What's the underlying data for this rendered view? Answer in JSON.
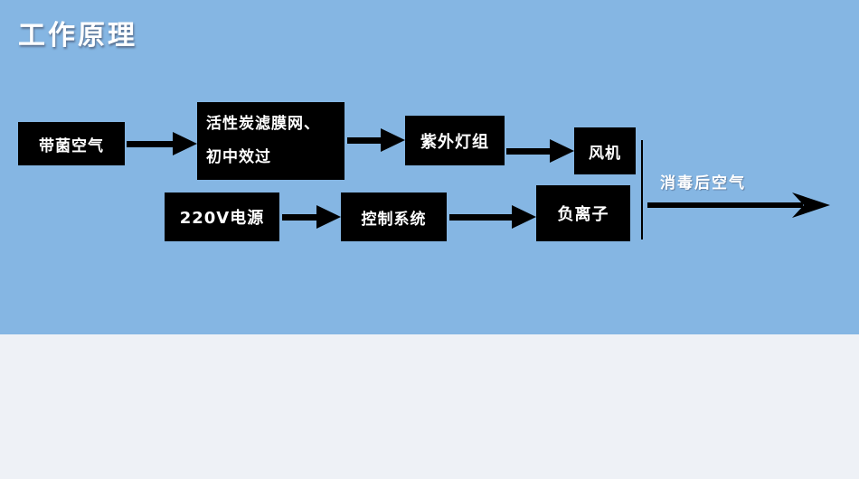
{
  "title": "工作原理",
  "nodes": {
    "input_air": "带菌空气",
    "filter_line1": "活性炭滤膜网、",
    "filter_line2": "初中效过",
    "uv": "紫外灯组",
    "fan": "风机",
    "power": "220V电源",
    "control": "控制系统",
    "anion": "负离子"
  },
  "output_label": "消毒后空气",
  "colors": {
    "background_blue": "#85b6e3",
    "lower_band": "#eef1f6",
    "box_fill": "#000000",
    "box_text": "#ffffff",
    "arrow": "#000000",
    "title_text": "#ffffff"
  }
}
